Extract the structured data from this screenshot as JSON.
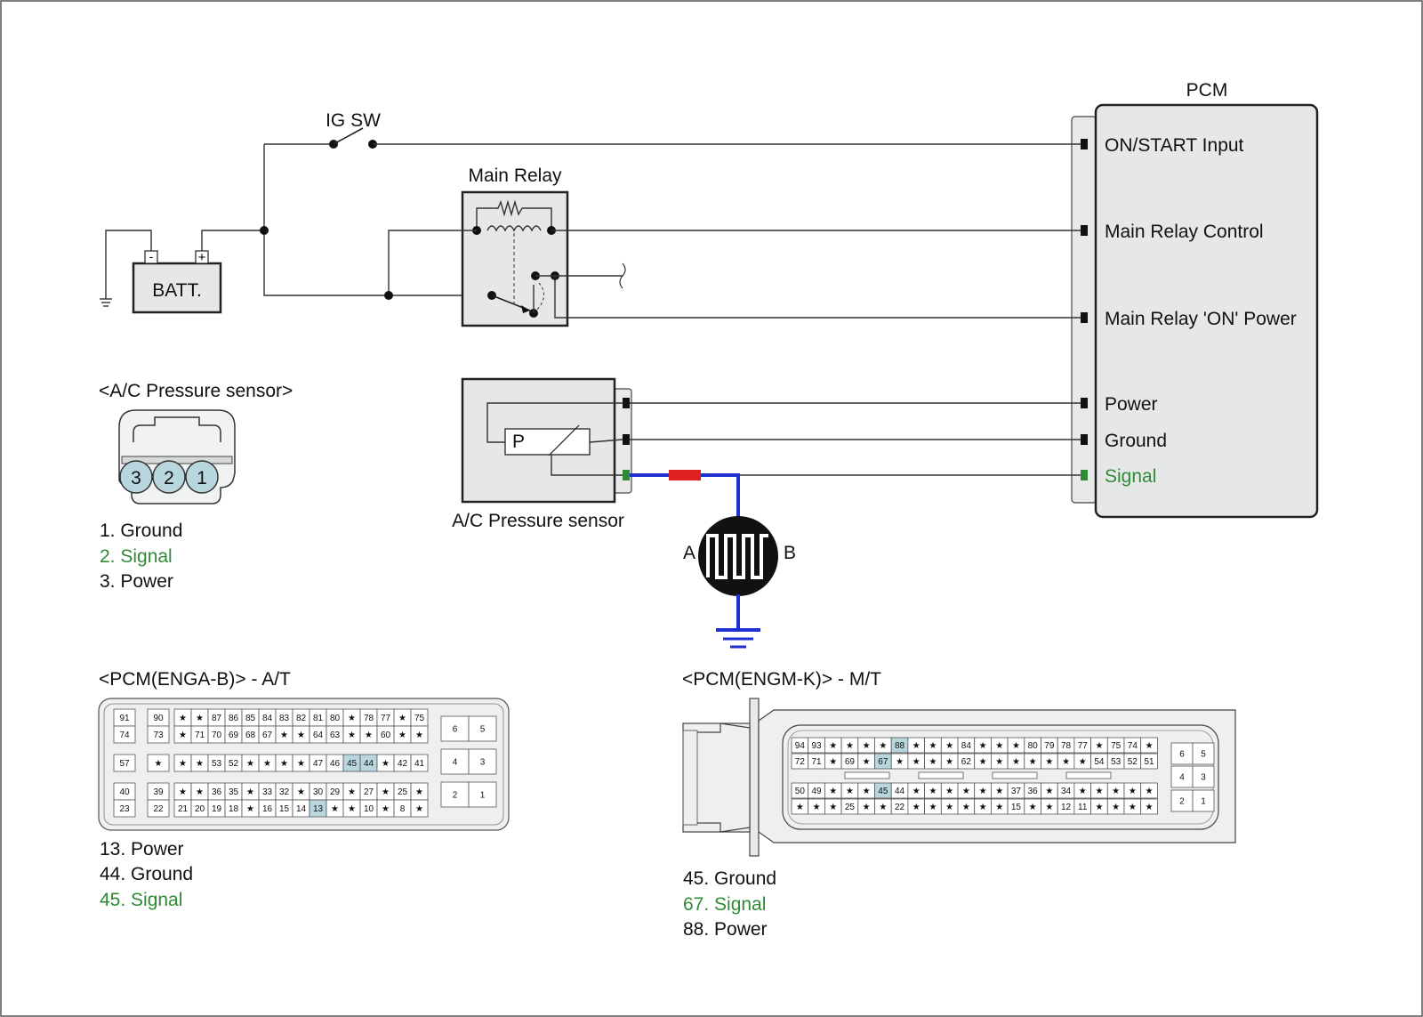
{
  "title_pcm": "PCM",
  "ig_sw": "IG SW",
  "main_relay": "Main Relay",
  "battery": {
    "label": "BATT.",
    "neg": "-",
    "pos": "+"
  },
  "pcm_pins": [
    {
      "label": "ON/START Input",
      "color": "#111111"
    },
    {
      "label": "Main Relay Control",
      "color": "#111111"
    },
    {
      "label": "Main Relay 'ON' Power",
      "color": "#111111"
    },
    {
      "label": "Power",
      "color": "#111111"
    },
    {
      "label": "Ground",
      "color": "#111111"
    },
    {
      "label": "Signal",
      "color": "#2f8a36"
    }
  ],
  "sensor_block": {
    "label": "A/C Pressure sensor",
    "element": "P"
  },
  "scope": {
    "a": "A",
    "b": "B"
  },
  "ac_connector": {
    "title": "<A/C Pressure sensor>",
    "pins": [
      "3",
      "2",
      "1"
    ],
    "legend": [
      {
        "text": "1. Ground",
        "signal": false
      },
      {
        "text": "2. Signal",
        "signal": true
      },
      {
        "text": "3. Power",
        "signal": false
      }
    ]
  },
  "enga": {
    "title": "<PCM(ENGA-B)> - A/T",
    "left_rows": [
      [
        "91",
        "90"
      ],
      [
        "74",
        "73"
      ],
      [
        "57",
        "*"
      ],
      [
        "40",
        "39"
      ],
      [
        "23",
        "22"
      ]
    ],
    "rows": [
      [
        "*",
        "*",
        "87",
        "86",
        "85",
        "84",
        "83",
        "82",
        "81",
        "80",
        "*",
        "78",
        "77",
        "*",
        "75"
      ],
      [
        "*",
        "71",
        "70",
        "69",
        "68",
        "67",
        "*",
        "*",
        "64",
        "63",
        "*",
        "*",
        "60",
        "*",
        "*"
      ],
      [
        "*",
        "*",
        "53",
        "52",
        "*",
        "*",
        "*",
        "*",
        "47",
        "46",
        "45",
        "44",
        "*",
        "42",
        "41"
      ],
      [
        "*",
        "*",
        "36",
        "35",
        "*",
        "33",
        "32",
        "*",
        "30",
        "29",
        "*",
        "27",
        "*",
        "25",
        "*"
      ],
      [
        "21",
        "20",
        "19",
        "18",
        "*",
        "16",
        "15",
        "14",
        "13",
        "*",
        "*",
        "10",
        "*",
        "8",
        "*"
      ]
    ],
    "right_rows": [
      [
        "6",
        "5"
      ],
      [
        "4",
        "3"
      ],
      [
        "2",
        "1"
      ]
    ],
    "highlight": [
      "45",
      "44",
      "13"
    ],
    "legend": [
      {
        "text": "13. Power",
        "signal": false
      },
      {
        "text": "44. Ground",
        "signal": false
      },
      {
        "text": "45. Signal",
        "signal": true
      }
    ]
  },
  "engm": {
    "title": "<PCM(ENGM-K)> - M/T",
    "rows": [
      [
        "94",
        "93",
        "*",
        "*",
        "*",
        "*",
        "88",
        "*",
        "*",
        "*",
        "84",
        "*",
        "*",
        "*",
        "80",
        "79",
        "78",
        "77",
        "*",
        "75",
        "74",
        "*"
      ],
      [
        "72",
        "71",
        "*",
        "69",
        "*",
        "67",
        "*",
        "*",
        "*",
        "*",
        "62",
        "*",
        "*",
        "*",
        "*",
        "*",
        "*",
        "*",
        "54",
        "53",
        "52",
        "51"
      ],
      [
        "50",
        "49",
        "*",
        "*",
        "*",
        "45",
        "44",
        "*",
        "*",
        "*",
        "*",
        "*",
        "*",
        "37",
        "36",
        "*",
        "34",
        "*",
        "*",
        "*",
        "*",
        "*"
      ],
      [
        "*",
        "*",
        "*",
        "25",
        "*",
        "*",
        "22",
        "*",
        "*",
        "*",
        "*",
        "*",
        "*",
        "15",
        "*",
        "*",
        "12",
        "11",
        "*",
        "*",
        "*",
        "*"
      ]
    ],
    "right_rows": [
      [
        "6",
        "5"
      ],
      [
        "4",
        "3"
      ],
      [
        "2",
        "1"
      ]
    ],
    "highlight": [
      "88",
      "67",
      "45"
    ],
    "legend": [
      {
        "text": "45. Ground",
        "signal": false
      },
      {
        "text": "67. Signal",
        "signal": true
      },
      {
        "text": "88. Power",
        "signal": false
      }
    ]
  },
  "colors": {
    "signal_text": "#2f8a36",
    "probe_wire": "#1f2fd0",
    "probe_mark": "#e02020",
    "highlight_cell": "#b7d6de"
  }
}
